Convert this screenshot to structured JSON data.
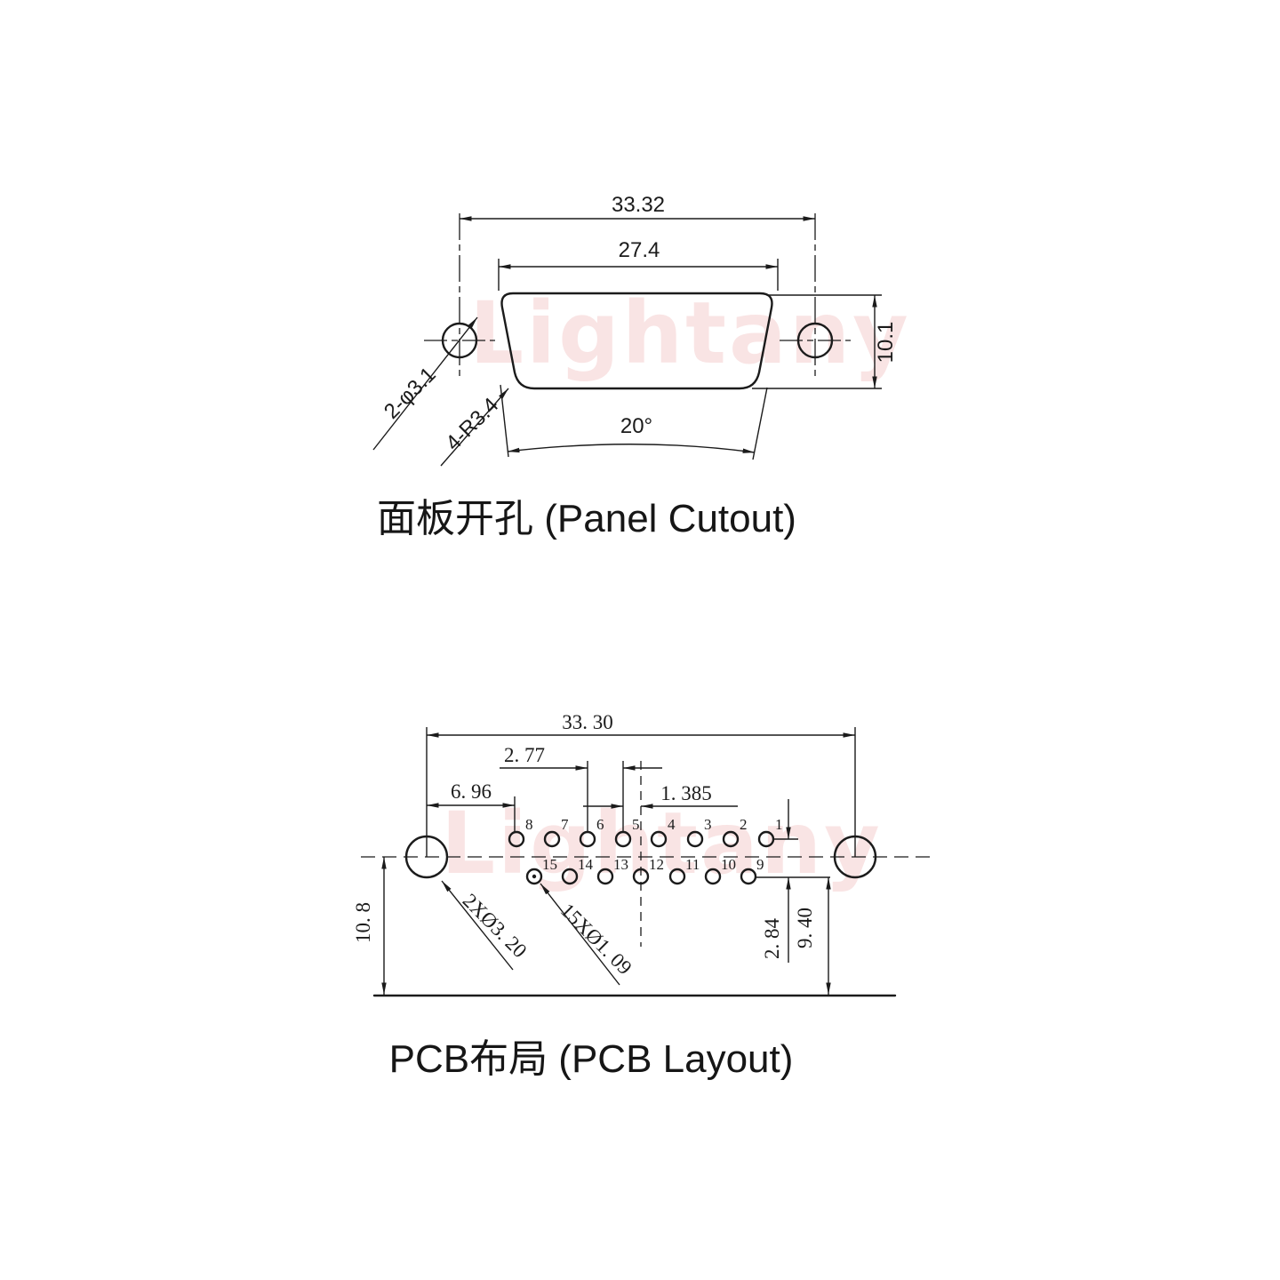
{
  "watermark": {
    "text": "Lightany"
  },
  "panel_cutout": {
    "title": "面板开孔 (Panel Cutout)",
    "dim_outer_width": "33.32",
    "dim_opening_width": "27.4",
    "dim_height": "10.1",
    "dim_angle": "20°",
    "label_mount_holes": "2-φ3.1",
    "label_corner_radius": "4-R3.4"
  },
  "pcb_layout": {
    "title": "PCB布局 (PCB Layout)",
    "dim_hole_span": "33. 30",
    "dim_pin_pitch": "2. 77",
    "dim_row_offset": "1. 385",
    "dim_hole_to_pin": "6. 96",
    "dim_left_height": "10. 8",
    "dim_row_spacing": "2. 84",
    "dim_row_to_edge": "9. 40",
    "label_mount_holes": "2XØ3. 20",
    "label_pin_holes": "15XØ1. 09",
    "pins_top": [
      "8",
      "7",
      "6",
      "5",
      "4",
      "3",
      "2",
      "1"
    ],
    "pins_bottom": [
      "15",
      "14",
      "13",
      "12",
      "11",
      "10",
      "9"
    ]
  }
}
